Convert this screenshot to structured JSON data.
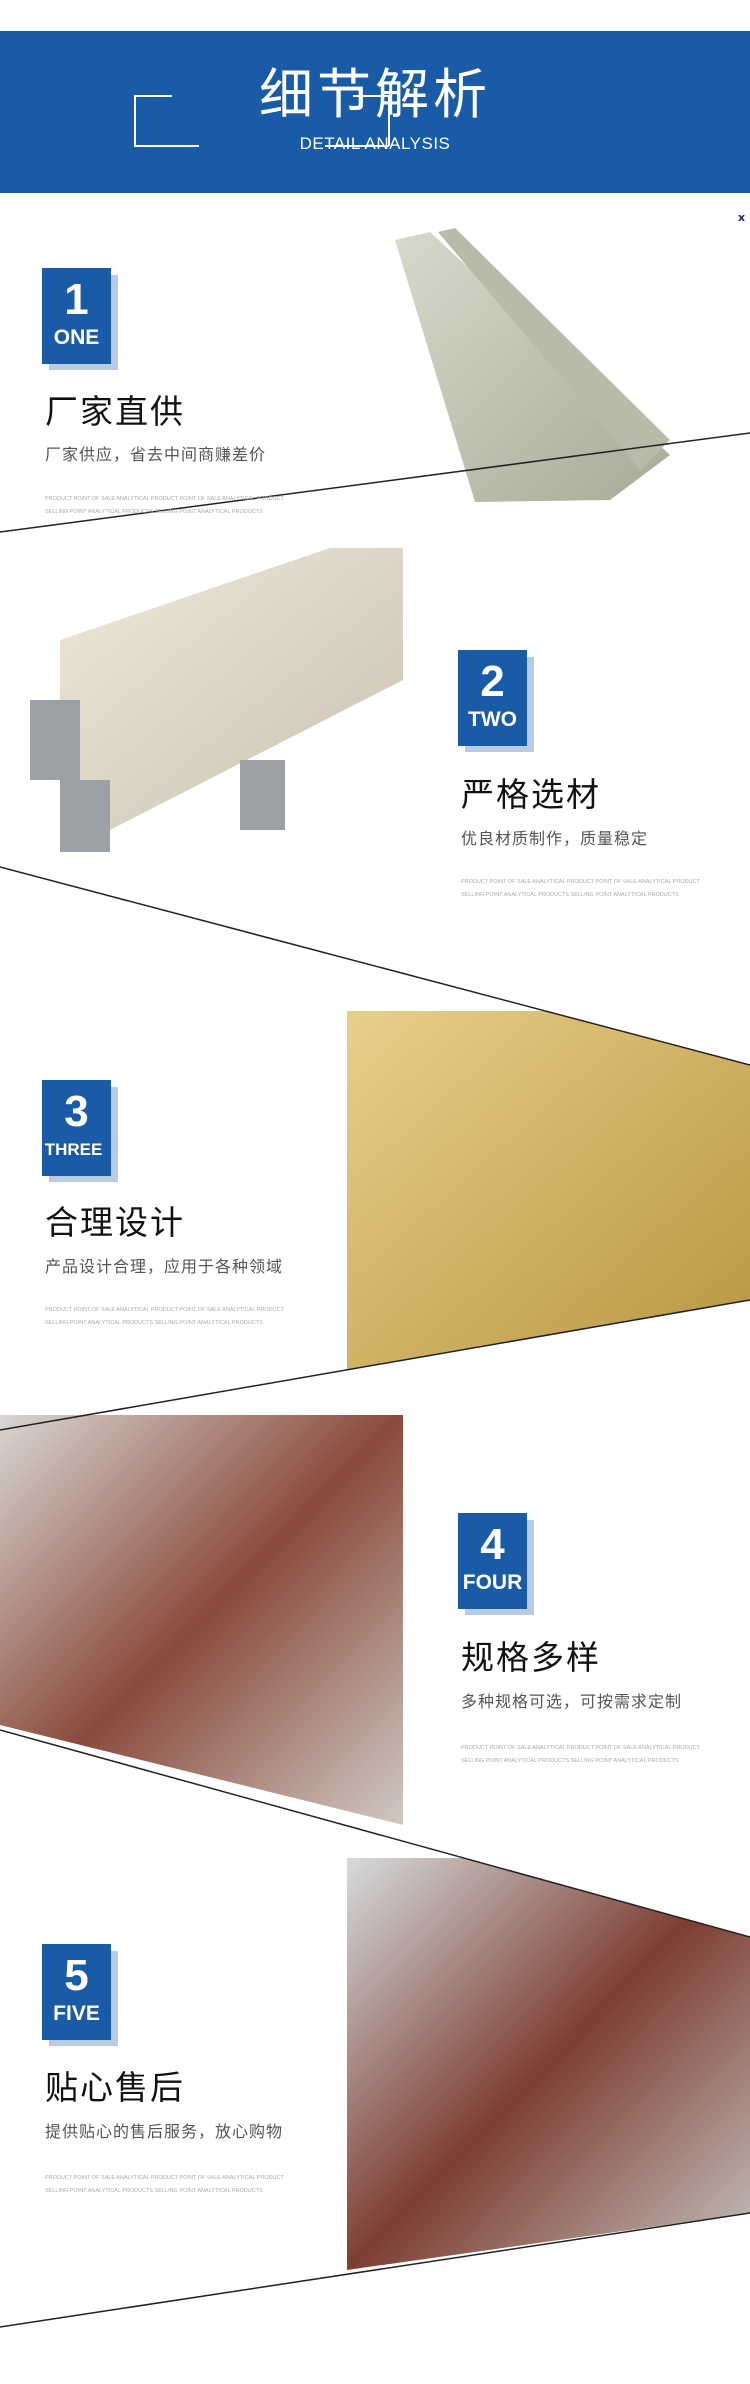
{
  "header": {
    "title": "细节解析",
    "subtitle": "DETAIL ANALYSIS"
  },
  "corner_mark": "x",
  "colors": {
    "brand_blue": "#1a5ba7",
    "badge_shadow": "#b8cbe3"
  },
  "fine_print": {
    "line1": "PRODUCT POINT OF SALE ANALYTICAL PRODUCT POINT OF SALE ANALYTICAL PRODUCT",
    "line2": "SELLING POINT ANALYTICAL PRODUCTS SELLING POINT ANALYTICAL PRODUCTS"
  },
  "sections": [
    {
      "num": "1",
      "word": "ONE",
      "title": "厂家直供",
      "subtitle": "厂家供应，省去中间商赚差价"
    },
    {
      "num": "2",
      "word": "TWO",
      "title": "严格选材",
      "subtitle": "优良材质制作，质量稳定"
    },
    {
      "num": "3",
      "word": "THREE",
      "title": "合理设计",
      "subtitle": "产品设计合理，应用于各种领域"
    },
    {
      "num": "4",
      "word": "FOUR",
      "title": "规格多样",
      "subtitle": "多种规格可选，可按需求定制"
    },
    {
      "num": "5",
      "word": "FIVE",
      "title": "贴心售后",
      "subtitle": "提供贴心的售后服务，放心购物"
    }
  ]
}
